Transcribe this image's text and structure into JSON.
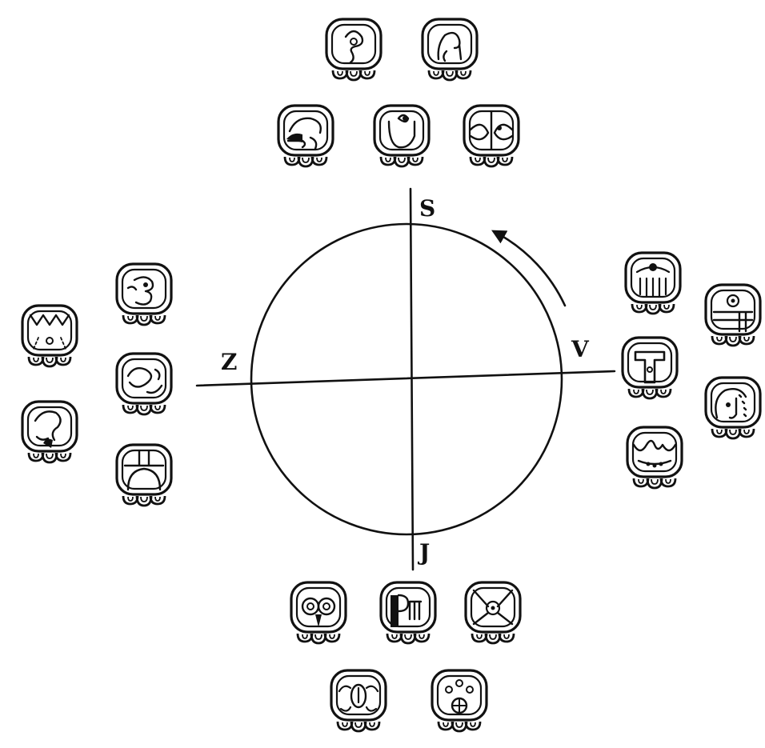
{
  "diagram": {
    "directions": {
      "north": "S",
      "east": "V",
      "south": "J",
      "west": "Z"
    },
    "rotation_arrow": "counterclockwise",
    "glyph_groups": [
      {
        "side": "north",
        "count": 5
      },
      {
        "side": "east",
        "count": 5
      },
      {
        "side": "south",
        "count": 5
      },
      {
        "side": "west",
        "count": 5
      }
    ],
    "colors": {
      "ink": "#111111",
      "background": "#ffffff"
    }
  }
}
